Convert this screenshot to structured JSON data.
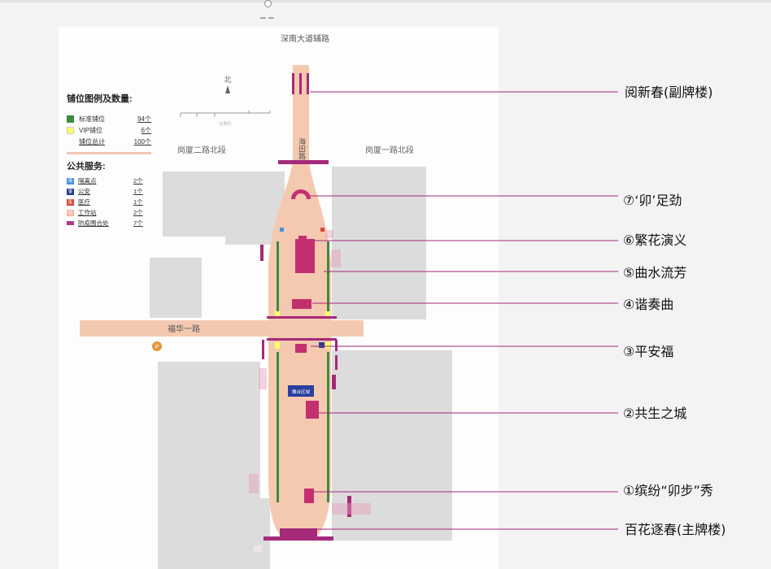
{
  "map": {
    "top_road": "深南大道辅路",
    "north_label": "北",
    "road_left": "岗厦二路北段",
    "road_right": "岗厦一路北段",
    "road_vertical": "海田路",
    "road_horizontal": "福华一路",
    "parking_icon": "P",
    "center_label": "舞台区域",
    "scale_bar_label": "比例尺"
  },
  "legend": {
    "title": "铺位图例及数量:",
    "items": [
      {
        "label": "标准铺位",
        "count": "94个",
        "color": "#3c8c3c"
      },
      {
        "label": "VIP铺位",
        "count": "6个",
        "color": "#ffff66"
      }
    ],
    "total_label": "铺位总计",
    "total_count": "100个",
    "services_title": "公共服务:",
    "services": [
      {
        "label": "隔离点",
        "count": "2个",
        "color": "#4a90d9",
        "icon_text": "隔"
      },
      {
        "label": "公安",
        "count": "1个",
        "color": "#2a3f8f",
        "icon_text": "警"
      },
      {
        "label": "医疗",
        "count": "1个",
        "color": "#d9453a",
        "icon_text": "医"
      },
      {
        "label": "工作站",
        "count": "2个",
        "color": "#f2b8a8",
        "icon_text": "站"
      },
      {
        "label": "防疫围合处",
        "count": "7个",
        "color": "#b03a84",
        "icon_text": ""
      }
    ]
  },
  "callouts": [
    {
      "label": "阅新春(副牌楼)"
    },
    {
      "label": "⑦‘卯’足劲"
    },
    {
      "label": "⑥繁花演义"
    },
    {
      "label": "⑤曲水流芳"
    },
    {
      "label": "④谐奏曲"
    },
    {
      "label": "③平安福"
    },
    {
      "label": "②共生之城"
    },
    {
      "label": "①缤纷“卯步”秀"
    },
    {
      "label": "百花逐春(主牌楼)"
    }
  ],
  "colors": {
    "street": "#f5c9b0",
    "block": "#dcdcdc",
    "booth": "#c2306f",
    "gate": "#a52a7a",
    "leader": "#a0287a",
    "stall_green": "#3c8c3c",
    "stall_vip": "#ffff66"
  }
}
